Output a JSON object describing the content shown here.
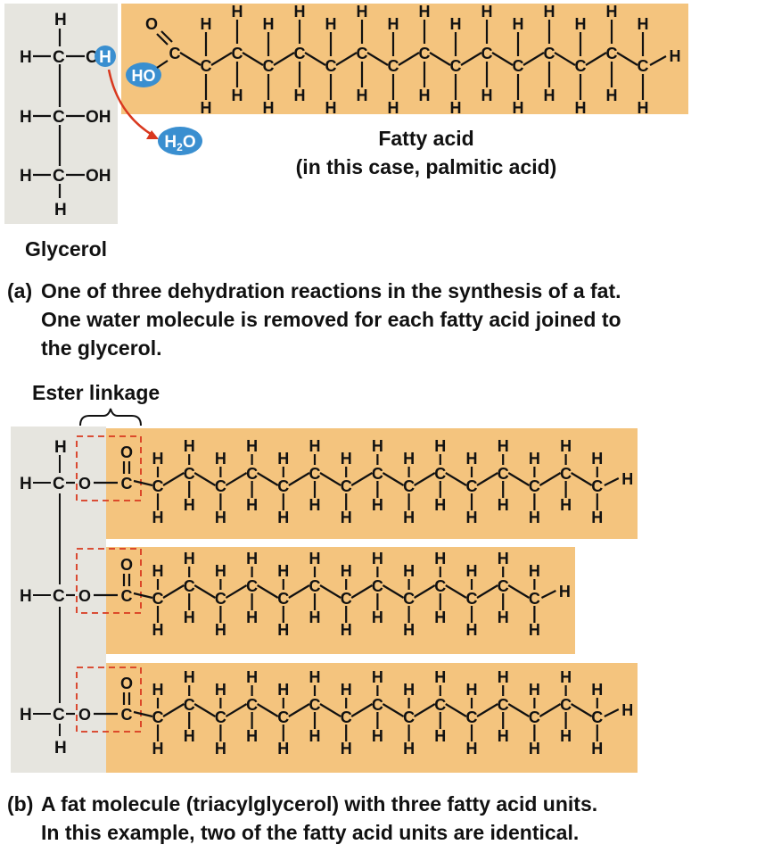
{
  "colors": {
    "glycerol_bg": "#e6e5df",
    "fatty_acid_bg": "#f4c47e",
    "water_blue": "#3a8fd0",
    "arrow_red": "#d9381e",
    "ester_box_red": "#d9381e"
  },
  "panel_a": {
    "glycerol_label": "Glycerol",
    "fatty_acid_title": "Fatty acid",
    "fatty_acid_subtitle": "(in this case, palmitic acid)",
    "hydroxyl_label": "HO",
    "water_H": "H",
    "water_sub": "2",
    "water_O": "O",
    "glycerol_rows": [
      "H—C—OH",
      "H—C—OH",
      "H—C—OH"
    ],
    "caption_label": "(a)",
    "caption_lines": [
      "One of three dehydration reactions in the synthesis of a fat.",
      "One water molecule is removed for each fatty acid joined to",
      "the glycerol."
    ]
  },
  "panel_b": {
    "ester_label": "Ester linkage",
    "chains": [
      {
        "carbons": 16
      },
      {
        "carbons": 14
      },
      {
        "carbons": 16
      }
    ],
    "caption_label": "(b)",
    "caption_lines": [
      "A fat molecule (triacylglycerol) with three fatty acid units.",
      "In this example, two of the fatty acid units are identical."
    ]
  }
}
